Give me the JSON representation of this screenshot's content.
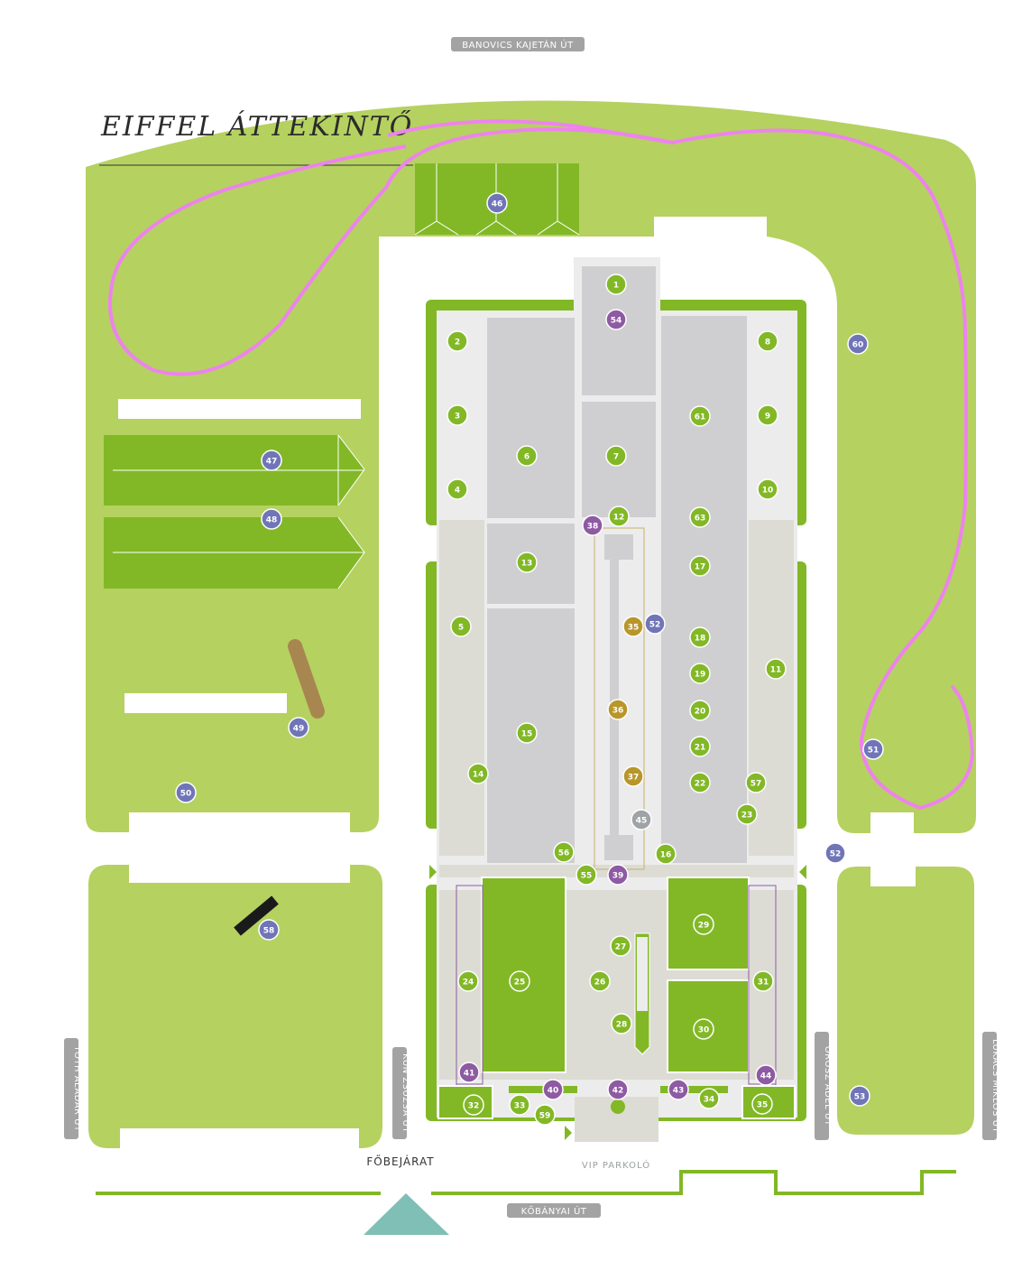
{
  "title": "EIFFEL ÁTTEKINTŐ",
  "colors": {
    "park": "#b5d160",
    "hall_green": "#82b826",
    "pavement": "#dcdcdc",
    "paving_light": "#ececec",
    "hall_gray": "#cfcfd1",
    "path_pink": "#ee82ee",
    "road_line": "#82b826",
    "street_badge": "#a3a3a3",
    "entrance_triangle": "#7fbfb5",
    "marker_green": "#82b826",
    "marker_purple": "#8e5aa3",
    "marker_blue": "#7075b8",
    "marker_gold": "#b8962a",
    "marker_gray": "#9fa3a6"
  },
  "streets": {
    "north": "BANOVICS KAJETÁN ÚT",
    "south": "KŐBÁNYAI ÚT",
    "west": "TÓTH ALADÁR ÚT",
    "center_west": "KUN ZSUZSA ÚT",
    "east_inner": "OROSZ ADÉL ÚT",
    "east_outer": "LUKÁCS MIKLÓS ÚT"
  },
  "labels": {
    "main_entrance": "FŐBEJÁRAT",
    "vip_parking": "VIP PARKOLÓ"
  },
  "markers": [
    {
      "n": "1",
      "c": "green"
    },
    {
      "n": "54",
      "c": "purple"
    },
    {
      "n": "2",
      "c": "green"
    },
    {
      "n": "3",
      "c": "green"
    },
    {
      "n": "4",
      "c": "green"
    },
    {
      "n": "6",
      "c": "green"
    },
    {
      "n": "7",
      "c": "green"
    },
    {
      "n": "8",
      "c": "green"
    },
    {
      "n": "9",
      "c": "green"
    },
    {
      "n": "10",
      "c": "green"
    },
    {
      "n": "61",
      "c": "green"
    },
    {
      "n": "60",
      "c": "blue"
    },
    {
      "n": "46",
      "c": "blue"
    },
    {
      "n": "47",
      "c": "blue"
    },
    {
      "n": "48",
      "c": "blue"
    },
    {
      "n": "38",
      "c": "purple"
    },
    {
      "n": "12",
      "c": "green"
    },
    {
      "n": "63",
      "c": "green"
    },
    {
      "n": "13",
      "c": "green"
    },
    {
      "n": "17",
      "c": "green"
    },
    {
      "n": "5",
      "c": "green"
    },
    {
      "n": "35",
      "c": "gold"
    },
    {
      "n": "52",
      "c": "blue"
    },
    {
      "n": "18",
      "c": "green"
    },
    {
      "n": "11",
      "c": "green"
    },
    {
      "n": "19",
      "c": "green"
    },
    {
      "n": "49",
      "c": "blue"
    },
    {
      "n": "36",
      "c": "gold"
    },
    {
      "n": "20",
      "c": "green"
    },
    {
      "n": "15",
      "c": "green"
    },
    {
      "n": "21",
      "c": "green"
    },
    {
      "n": "51",
      "c": "blue"
    },
    {
      "n": "14",
      "c": "green"
    },
    {
      "n": "37",
      "c": "gold"
    },
    {
      "n": "22",
      "c": "green"
    },
    {
      "n": "57",
      "c": "green"
    },
    {
      "n": "50",
      "c": "blue"
    },
    {
      "n": "23",
      "c": "green"
    },
    {
      "n": "45",
      "c": "gray"
    },
    {
      "n": "56",
      "c": "green"
    },
    {
      "n": "16",
      "c": "green"
    },
    {
      "n": "52",
      "c": "blue"
    },
    {
      "n": "55",
      "c": "green"
    },
    {
      "n": "39",
      "c": "purple"
    },
    {
      "n": "29",
      "c": "green"
    },
    {
      "n": "58",
      "c": "blue"
    },
    {
      "n": "27",
      "c": "green"
    },
    {
      "n": "24",
      "c": "green"
    },
    {
      "n": "25",
      "c": "green"
    },
    {
      "n": "26",
      "c": "green"
    },
    {
      "n": "31",
      "c": "green"
    },
    {
      "n": "28",
      "c": "green"
    },
    {
      "n": "30",
      "c": "green"
    },
    {
      "n": "41",
      "c": "purple"
    },
    {
      "n": "44",
      "c": "purple"
    },
    {
      "n": "40",
      "c": "purple"
    },
    {
      "n": "42",
      "c": "purple"
    },
    {
      "n": "43",
      "c": "purple"
    },
    {
      "n": "32",
      "c": "green"
    },
    {
      "n": "33",
      "c": "green"
    },
    {
      "n": "34",
      "c": "green"
    },
    {
      "n": "35",
      "c": "green"
    },
    {
      "n": "53",
      "c": "blue"
    },
    {
      "n": "59",
      "c": "green"
    }
  ]
}
